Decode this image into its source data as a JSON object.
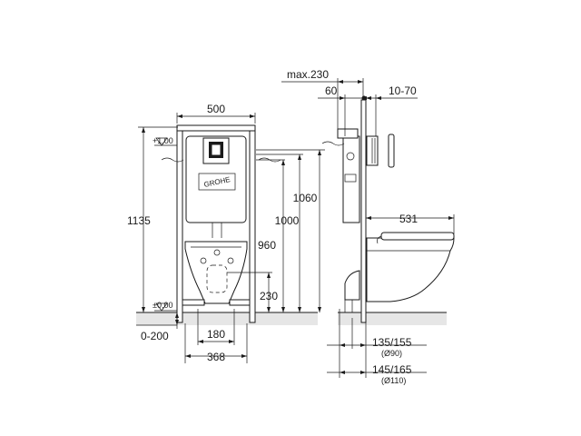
{
  "front_view": {
    "width_top": "500",
    "total_height": "1135",
    "level_top": "+1,00",
    "level_zero": "±0,00",
    "height_1060": "1060",
    "height_1000": "1000",
    "height_960": "960",
    "height_230": "230",
    "width_180": "180",
    "width_368": "368",
    "floor_offset": "0-200",
    "brand_logo": "GROHE"
  },
  "side_view": {
    "max_depth": "max.230",
    "depth_60": "60",
    "depth_10_70": "10-70",
    "depth_531": "531",
    "pipe_1": "135/155",
    "pipe_1_dia": "(Ø90)",
    "pipe_2": "145/165",
    "pipe_2_dia": "(Ø110)"
  },
  "colors": {
    "line": "#1a1a1a",
    "floor": "#e6e6e6",
    "background": "#ffffff"
  }
}
